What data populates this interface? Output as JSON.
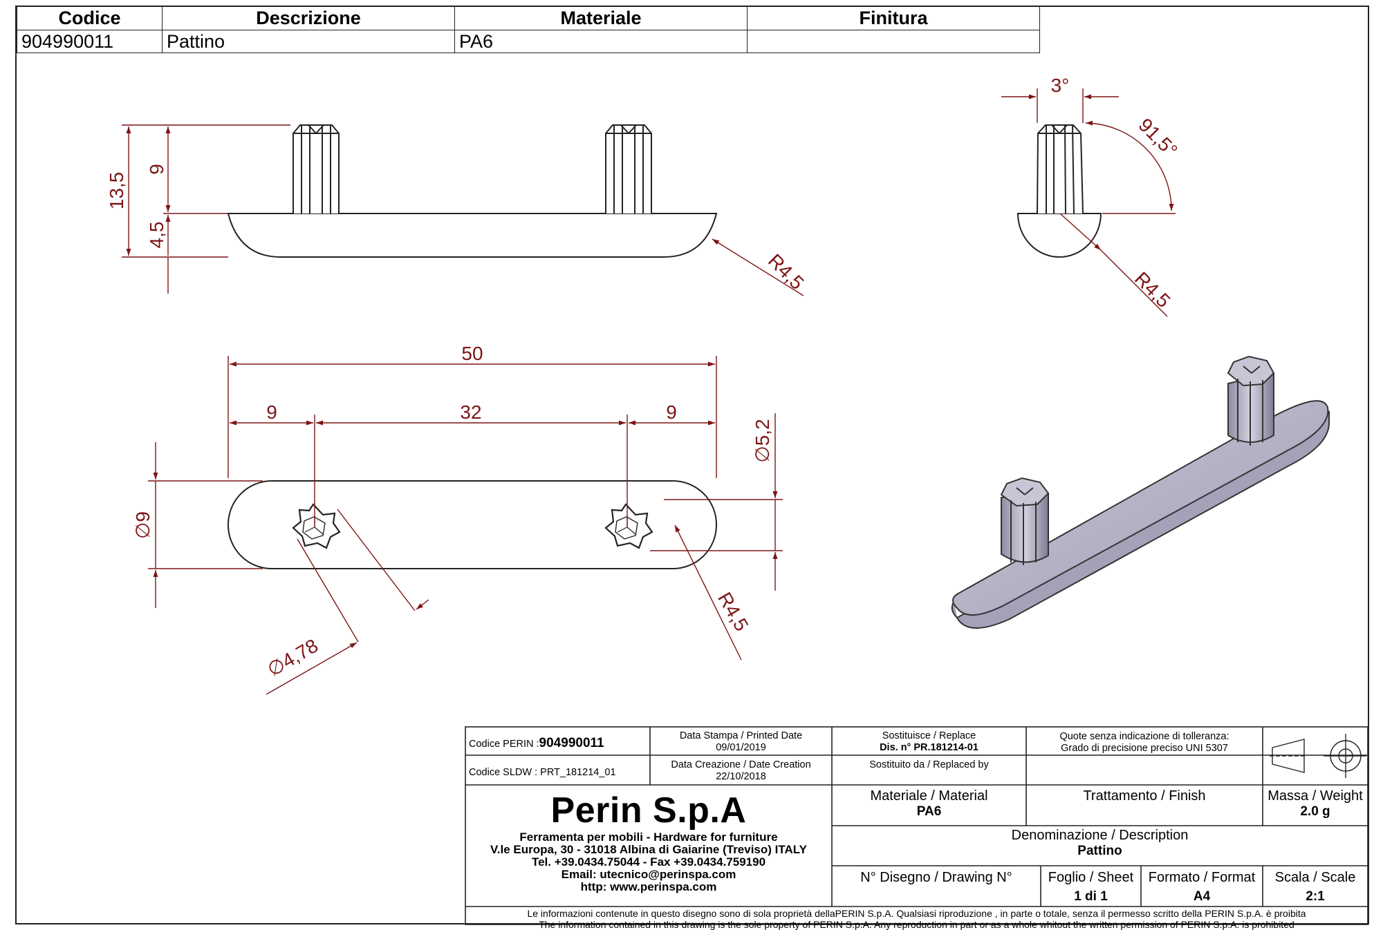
{
  "parts_table": {
    "headers": [
      "Codice",
      "Descrizione",
      "Materiale",
      "Finitura"
    ],
    "row": [
      "904990011",
      "Pattino",
      "PA6",
      ""
    ]
  },
  "dimensions": {
    "side_height_total": "13,5",
    "side_peg_height": "9",
    "side_base_height": "4,5",
    "side_radius": "R4,5",
    "end_angle_taper": "3°",
    "end_angle_top": "91,5°",
    "end_radius": "R4,5",
    "top_length": "50",
    "top_left": "9",
    "top_center": "32",
    "top_right": "9",
    "top_width": "∅9",
    "peg_diameter": "∅5,2",
    "star_diameter": "∅4,78",
    "top_radius": "R4,5"
  },
  "title_block": {
    "codice_perin_label": "Codice PERIN :",
    "codice_perin_value": "904990011",
    "codice_sldw_label": "Codice SLDW :",
    "codice_sldw_value": "PRT_181214_01",
    "printed_date_label": "Data Stampa / Printed Date",
    "printed_date_value": "09/01/2019",
    "creation_date_label": "Data Creazione / Date Creation",
    "creation_date_value": "22/10/2018",
    "replace_label": "Sostituisce / Replace",
    "replace_value": "Dis. n° PR.181214-01",
    "replaced_by_label": "Sostituito da / Replaced by",
    "tolerance_line1": "Quote senza indicazione di tolleranza:",
    "tolerance_line2": "Grado di precisione preciso UNI 5307",
    "company_name": "Perin S.p.A",
    "company_line1": "Ferramenta per mobili - Hardware for furniture",
    "company_line2": "V.le Europa, 30 - 31018 Albina di Gaiarine (Treviso) ITALY",
    "company_line3": "Tel. +39.0434.75044 - Fax +39.0434.759190",
    "company_line4": "Email: utecnico@perinspa.com",
    "company_line5": "http: www.perinspa.com",
    "material_label": "Materiale / Material",
    "material_value": "PA6",
    "finish_label": "Trattamento / Finish",
    "weight_label": "Massa / Weight",
    "weight_value": "2.0 g",
    "description_label": "Denominazione / Description",
    "description_value": "Pattino",
    "drawing_no_label": "N° Disegno / Drawing N°",
    "sheet_label": "Foglio / Sheet",
    "sheet_value": "1 di 1",
    "format_label": "Formato / Format",
    "format_value": "A4",
    "scale_label": "Scala / Scale",
    "scale_value": "2:1",
    "legal_it": "Le informazioni contenute in questo disegno sono di sola proprietà dellaPERIN S.p.A. Qualsiasi riproduzione , in parte o totale, senza il permesso scritto della PERIN S.p.A. è proibita",
    "legal_en": "The information contained in this drawing is the sole property of PERIN S.p.A. Any reproduction in part or as a whole whitout the written permission of PERIN S.p.A. is prohibited"
  },
  "colors": {
    "dimension": "#7d1414",
    "outline": "#222222",
    "part_fill": "#e9e7ec",
    "iso_fill": "#b6b4c4"
  }
}
